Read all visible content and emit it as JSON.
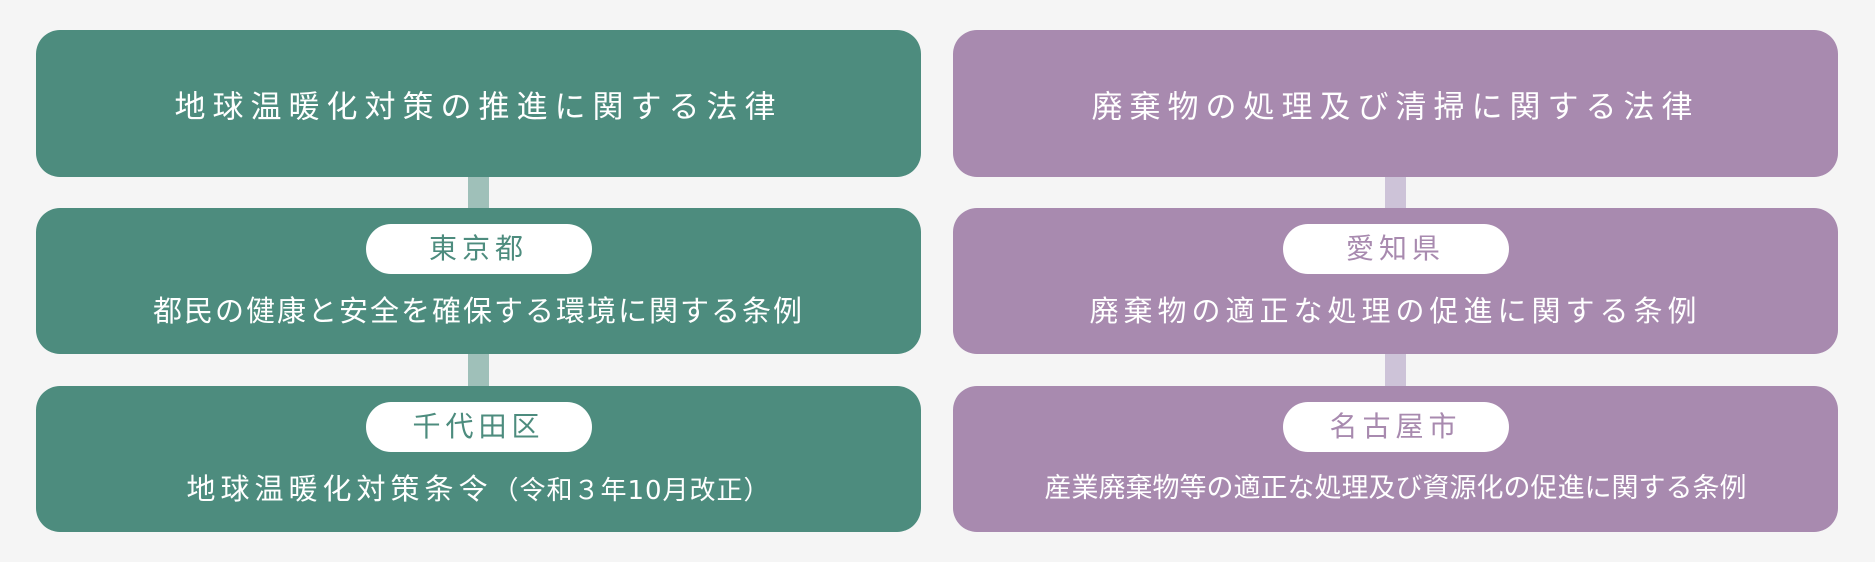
{
  "left": {
    "top_title": "地球温暖化対策の推進に関する法律",
    "middle": {
      "badge": "東京都",
      "text": "都民の健康と安全を確保する環境に関する条例"
    },
    "bottom": {
      "badge": "千代田区",
      "text": "地球温暖化対策条令",
      "suffix": "（令和３年10月改正）"
    }
  },
  "right": {
    "top_title": "廃棄物の処理及び清掃に関する法律",
    "middle": {
      "badge": "愛知県",
      "text": "廃棄物の適正な処理の促進に関する条例"
    },
    "bottom": {
      "badge": "名古屋市",
      "text": "産業廃棄物等の適正な処理及び資源化の促進に関する条例"
    }
  },
  "colors": {
    "left_box": "#4d8c7e",
    "left_connector": "#9fc0b9",
    "right_box": "#a88aaf",
    "right_connector": "#cdc3d8",
    "background": "#f5f5f5"
  }
}
